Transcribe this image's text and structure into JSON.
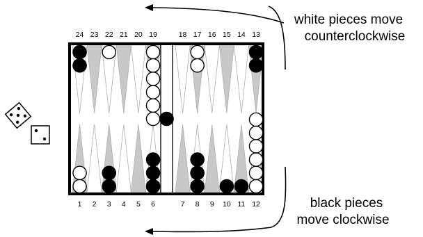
{
  "point_labels_top": [
    "24",
    "23",
    "22",
    "21",
    "20",
    "19",
    "18",
    "17",
    "16",
    "15",
    "14",
    "13"
  ],
  "point_labels_bottom": [
    "1",
    "2",
    "3",
    "4",
    "5",
    "6",
    "7",
    "8",
    "9",
    "10",
    "11",
    "12"
  ],
  "captions": {
    "white_line1": "white pieces move",
    "white_line2": "counterclockwise",
    "black_line1": "black pieces",
    "black_line2": "move clockwise"
  },
  "checkers": [
    {
      "point": 24,
      "color": "black",
      "count": 2
    },
    {
      "point": 22,
      "color": "white",
      "count": 1
    },
    {
      "point": 19,
      "color": "white",
      "count": 6
    },
    {
      "point": 17,
      "color": "white",
      "count": 2
    },
    {
      "point": 13,
      "color": "black",
      "count": 2
    },
    {
      "point": 1,
      "color": "white",
      "count": 2
    },
    {
      "point": 3,
      "color": "black",
      "count": 2
    },
    {
      "point": 6,
      "color": "black",
      "count": 3
    },
    {
      "point": 8,
      "color": "black",
      "count": 3
    },
    {
      "point": 10,
      "color": "black",
      "count": 1
    },
    {
      "point": 11,
      "color": "black",
      "count": 1
    },
    {
      "point": 12,
      "color": "white",
      "count": 6
    }
  ],
  "bar_checkers": [
    {
      "color": "black",
      "count": 1
    }
  ],
  "dice": [
    {
      "value": 5
    },
    {
      "value": 2
    }
  ],
  "colors": {
    "light_point": "#c8c8c8",
    "board_line": "#000000",
    "black_checker": "#000000",
    "white_checker": "#ffffff"
  }
}
